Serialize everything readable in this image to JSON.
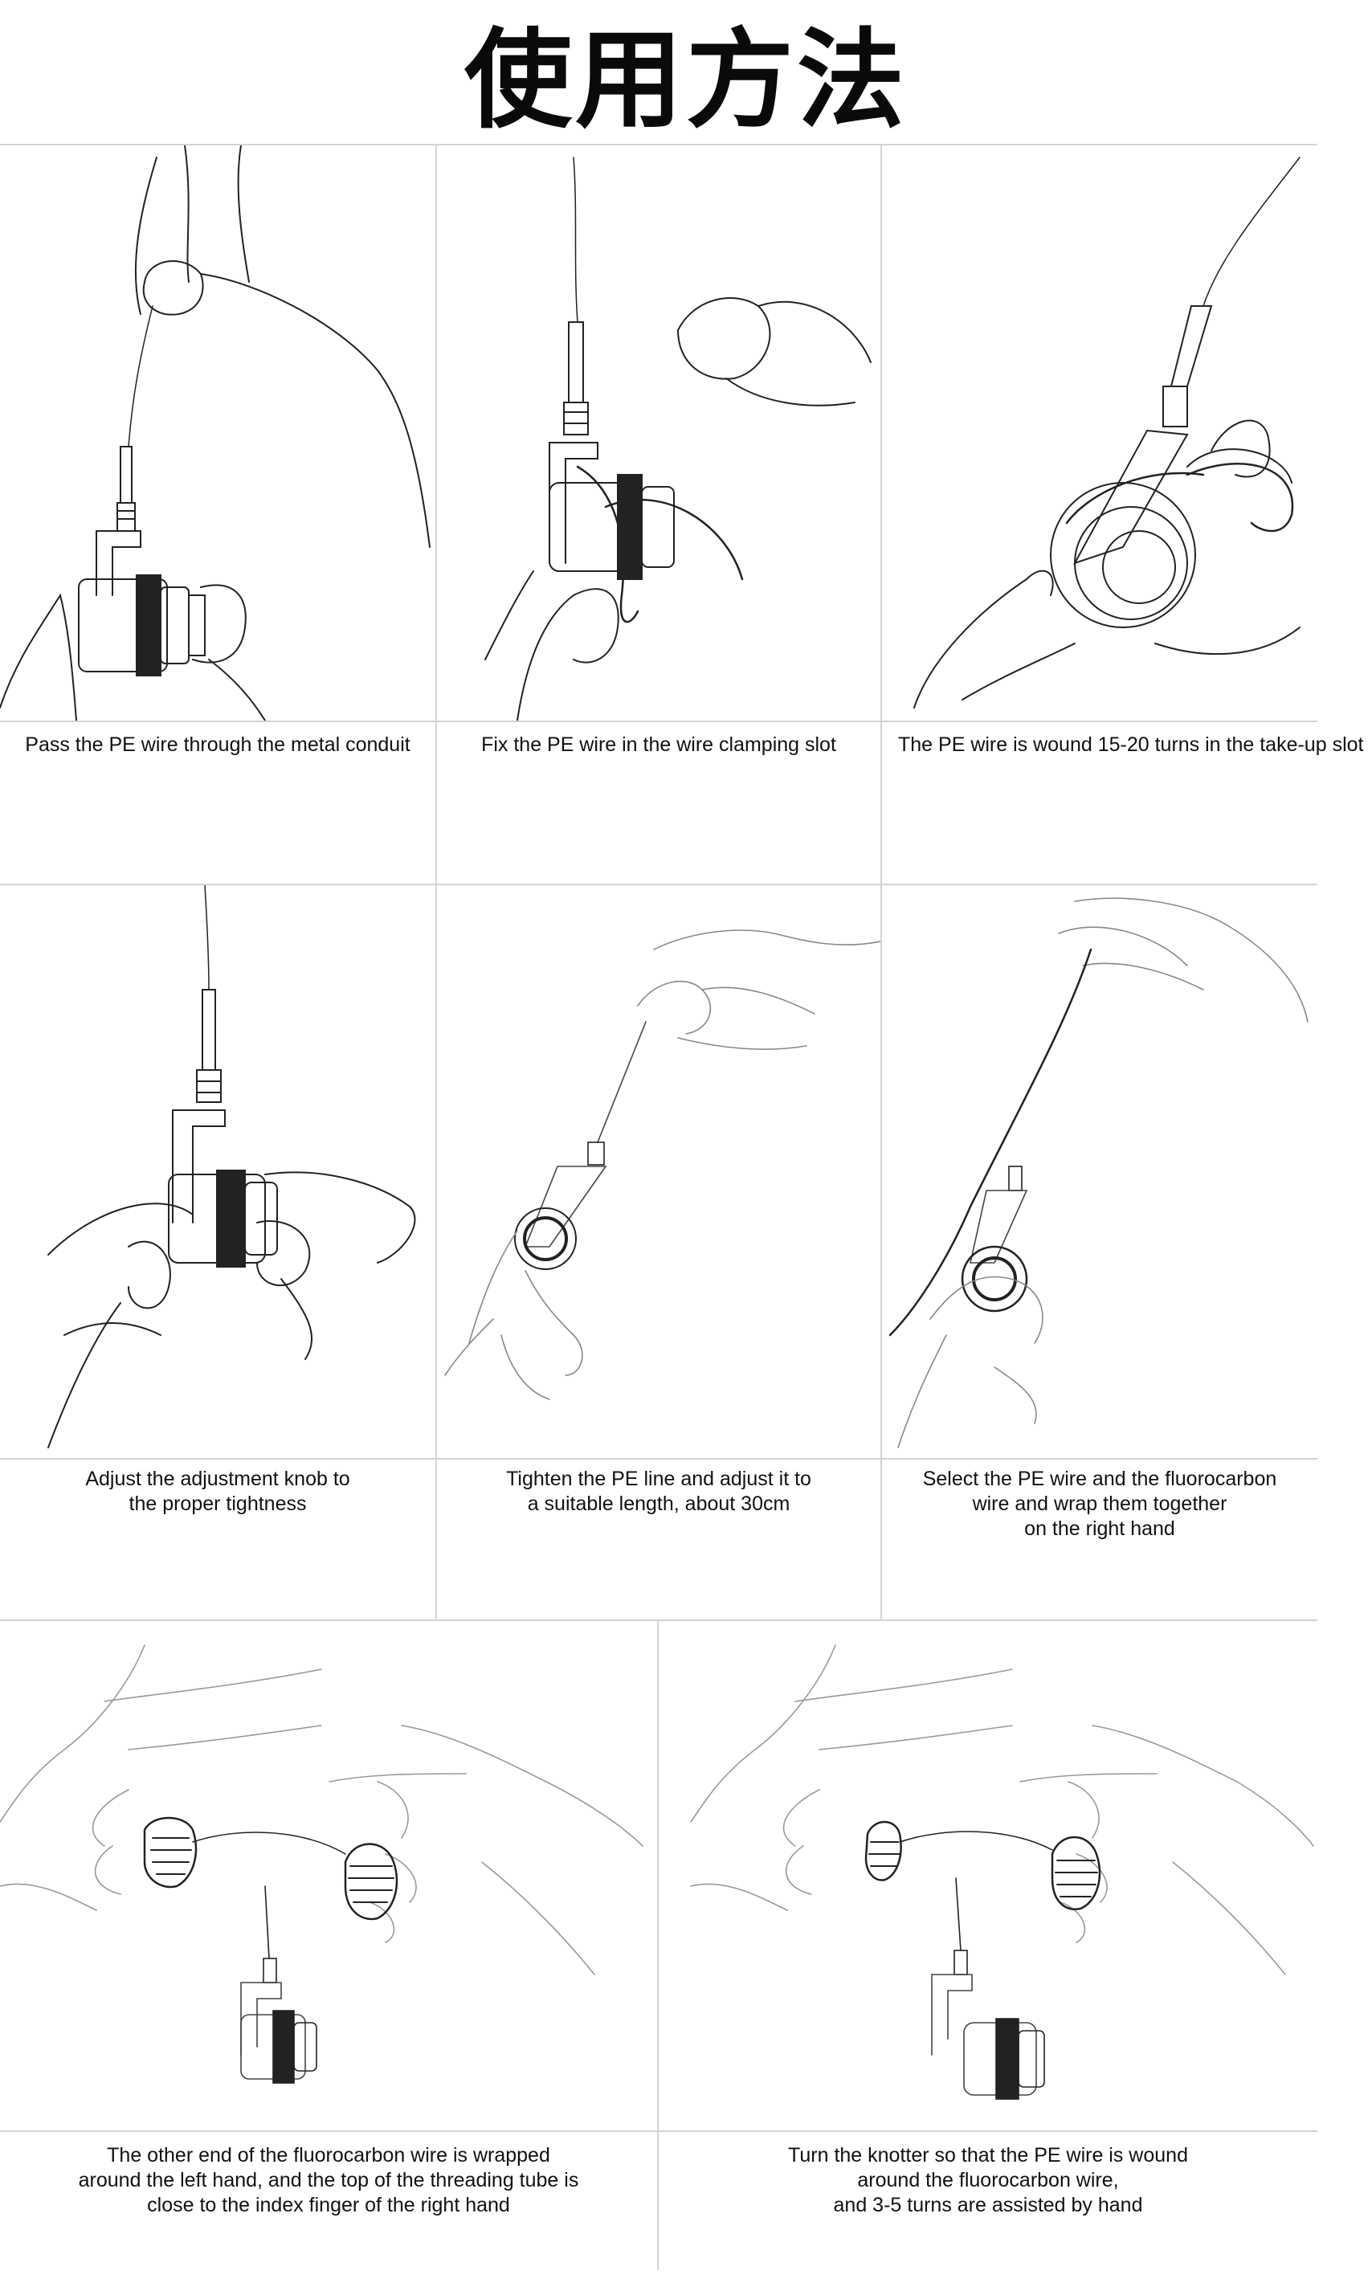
{
  "page": {
    "title": "使用方法"
  },
  "steps": [
    {
      "caption": "Pass the PE wire through the metal conduit"
    },
    {
      "caption": "Fix the PE wire in the wire clamping slot"
    },
    {
      "caption": "The PE wire is wound 15-20 turns in the take-up slot"
    },
    {
      "caption": "Adjust the adjustment knob to\nthe proper tightness"
    },
    {
      "caption": "Tighten the PE line and adjust it to\na suitable length, about 30cm"
    },
    {
      "caption": "Select the PE wire and the fluorocarbon\nwire and wrap them together\non the right hand"
    },
    {
      "caption": "The other end of the fluorocarbon wire is wrapped\naround the left hand, and the top of the threading tube is\nclose to the index finger of the right hand"
    },
    {
      "caption": "Turn the knotter so that the PE wire is wound\naround the fluorocarbon wire,\nand 3-5 turns are assisted by hand"
    }
  ]
}
